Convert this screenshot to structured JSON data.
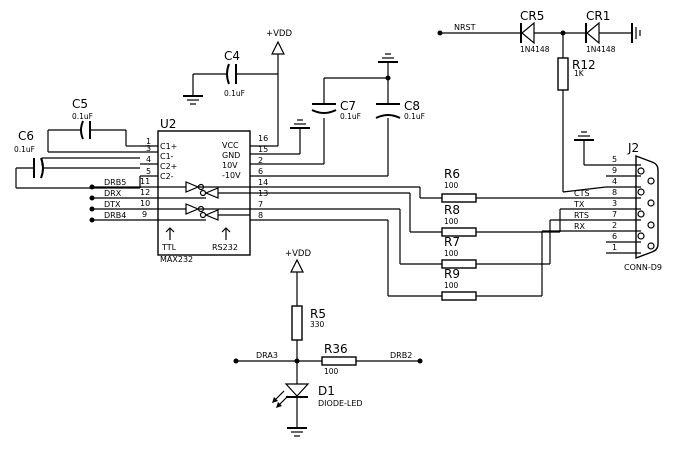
{
  "labels": {
    "vdd_top": "+VDD",
    "vdd_bottom": "+VDD",
    "nrst": "NRST",
    "cr5": "CR5",
    "cr5_val": "1N4148",
    "cr1": "CR1",
    "cr1_val": "1N4148",
    "r12": "R12",
    "r12_val": "1K",
    "c4": "C4",
    "c4_val": "0.1uF",
    "c5": "C5",
    "c5_val": "0.1uF",
    "c6": "C6",
    "c6_val": "0.1uF",
    "c7": "C7",
    "c7_val": "0.1uF",
    "c8": "C8",
    "c8_val": "0.1uF",
    "u2": "U2",
    "u2_name": "MAX232",
    "u2_ttl": "TTL",
    "u2_rs232": "RS232",
    "j2": "J2",
    "j2_name": "CONN-D9",
    "r6": "R6",
    "r6_val": "100",
    "r8": "R8",
    "r8_val": "100",
    "r7": "R7",
    "r7_val": "100",
    "r9": "R9",
    "r9_val": "100",
    "r5": "R5",
    "r5_val": "330",
    "r36": "R36",
    "r36_val": "100",
    "d1": "D1",
    "d1_val": "DIODE-LED",
    "dra3": "DRA3",
    "drb2": "DRB2",
    "cts": "CTS",
    "tx": "TX",
    "rts": "RTS",
    "rx": "RX"
  },
  "u2_left_pins": [
    {
      "num": "1",
      "name": "C1+"
    },
    {
      "num": "3",
      "name": "C1-"
    },
    {
      "num": "4",
      "name": "C2+"
    },
    {
      "num": "5",
      "name": "C2-"
    },
    {
      "num": "11",
      "name": "DRB5"
    },
    {
      "num": "12",
      "name": "DRX"
    },
    {
      "num": "10",
      "name": "DTX"
    },
    {
      "num": "9",
      "name": "DRB4"
    }
  ],
  "u2_right_pins": [
    {
      "num": "16",
      "name": "VCC"
    },
    {
      "num": "15",
      "name": "GND"
    },
    {
      "num": "2",
      "name": "10V"
    },
    {
      "num": "6",
      "name": "-10V"
    },
    {
      "num": "14",
      "name": ""
    },
    {
      "num": "13",
      "name": ""
    },
    {
      "num": "7",
      "name": ""
    },
    {
      "num": "8",
      "name": ""
    }
  ],
  "j2_pins": [
    "5",
    "9",
    "4",
    "8",
    "3",
    "7",
    "2",
    "6",
    "1"
  ]
}
